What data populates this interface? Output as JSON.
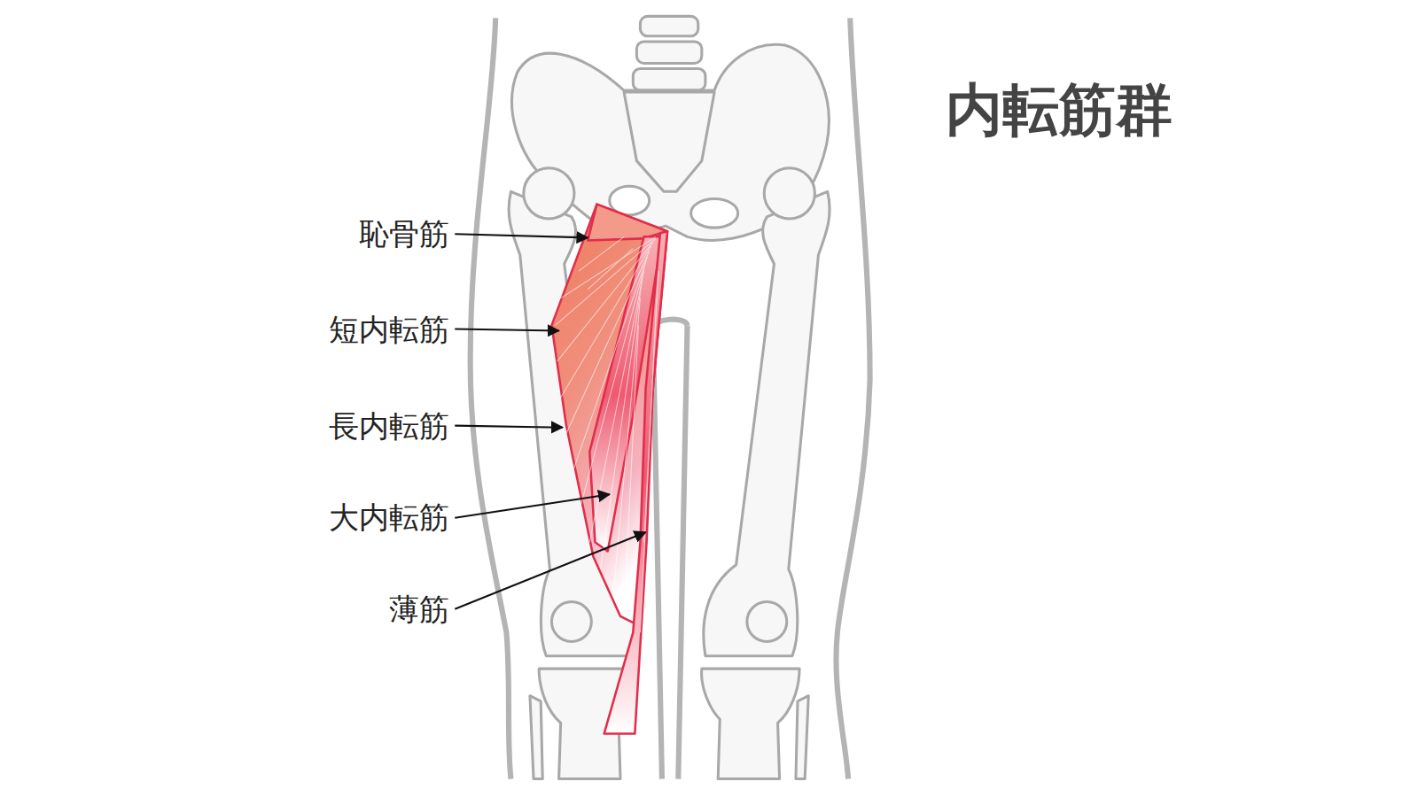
{
  "diagram": {
    "title": "内転筋群",
    "labels": [
      "恥骨筋",
      "短内転筋",
      "長内転筋",
      "大内転筋",
      "薄筋"
    ]
  }
}
